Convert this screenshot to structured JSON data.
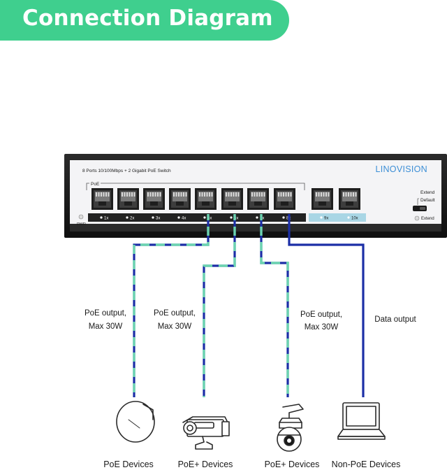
{
  "header": {
    "title": "Connection Diagram"
  },
  "colors": {
    "accent": "#3fcf8e",
    "cable_blue": "#1b2ea6",
    "cable_teal": "#6cd4b0",
    "uplink": "#a9d6e5"
  },
  "switch": {
    "model_text": "8 Ports 10/100Mbps + 2 Gigabit PoE Switch",
    "brand": "LINOVISION",
    "poe_group_label": "PoE",
    "pwr_label": "PWR",
    "port_labels": [
      "1x",
      "2x",
      "3x",
      "4x",
      "5x",
      "6x",
      "7x",
      "8x"
    ],
    "uplink_labels": [
      "9x",
      "10x"
    ],
    "mode_labels": [
      "Extend",
      "Default"
    ],
    "extend_led_label": "Extend"
  },
  "outputs": [
    {
      "text_1": "PoE output,",
      "text_2": "Max 30W"
    },
    {
      "text_1": "PoE output,",
      "text_2": "Max 30W"
    },
    {
      "text_1": "PoE output,",
      "text_2": "Max 30W"
    },
    {
      "text_1": "Data output",
      "text_2": ""
    }
  ],
  "devices": [
    {
      "label": "PoE Devices",
      "icon": "wireless-access-point-icon"
    },
    {
      "label": "PoE+ Devices",
      "icon": "bullet-camera-icon"
    },
    {
      "label": "PoE+ Devices",
      "icon": "ptz-dome-camera-icon"
    },
    {
      "label": "Non-PoE Devices",
      "icon": "laptop-icon"
    }
  ]
}
